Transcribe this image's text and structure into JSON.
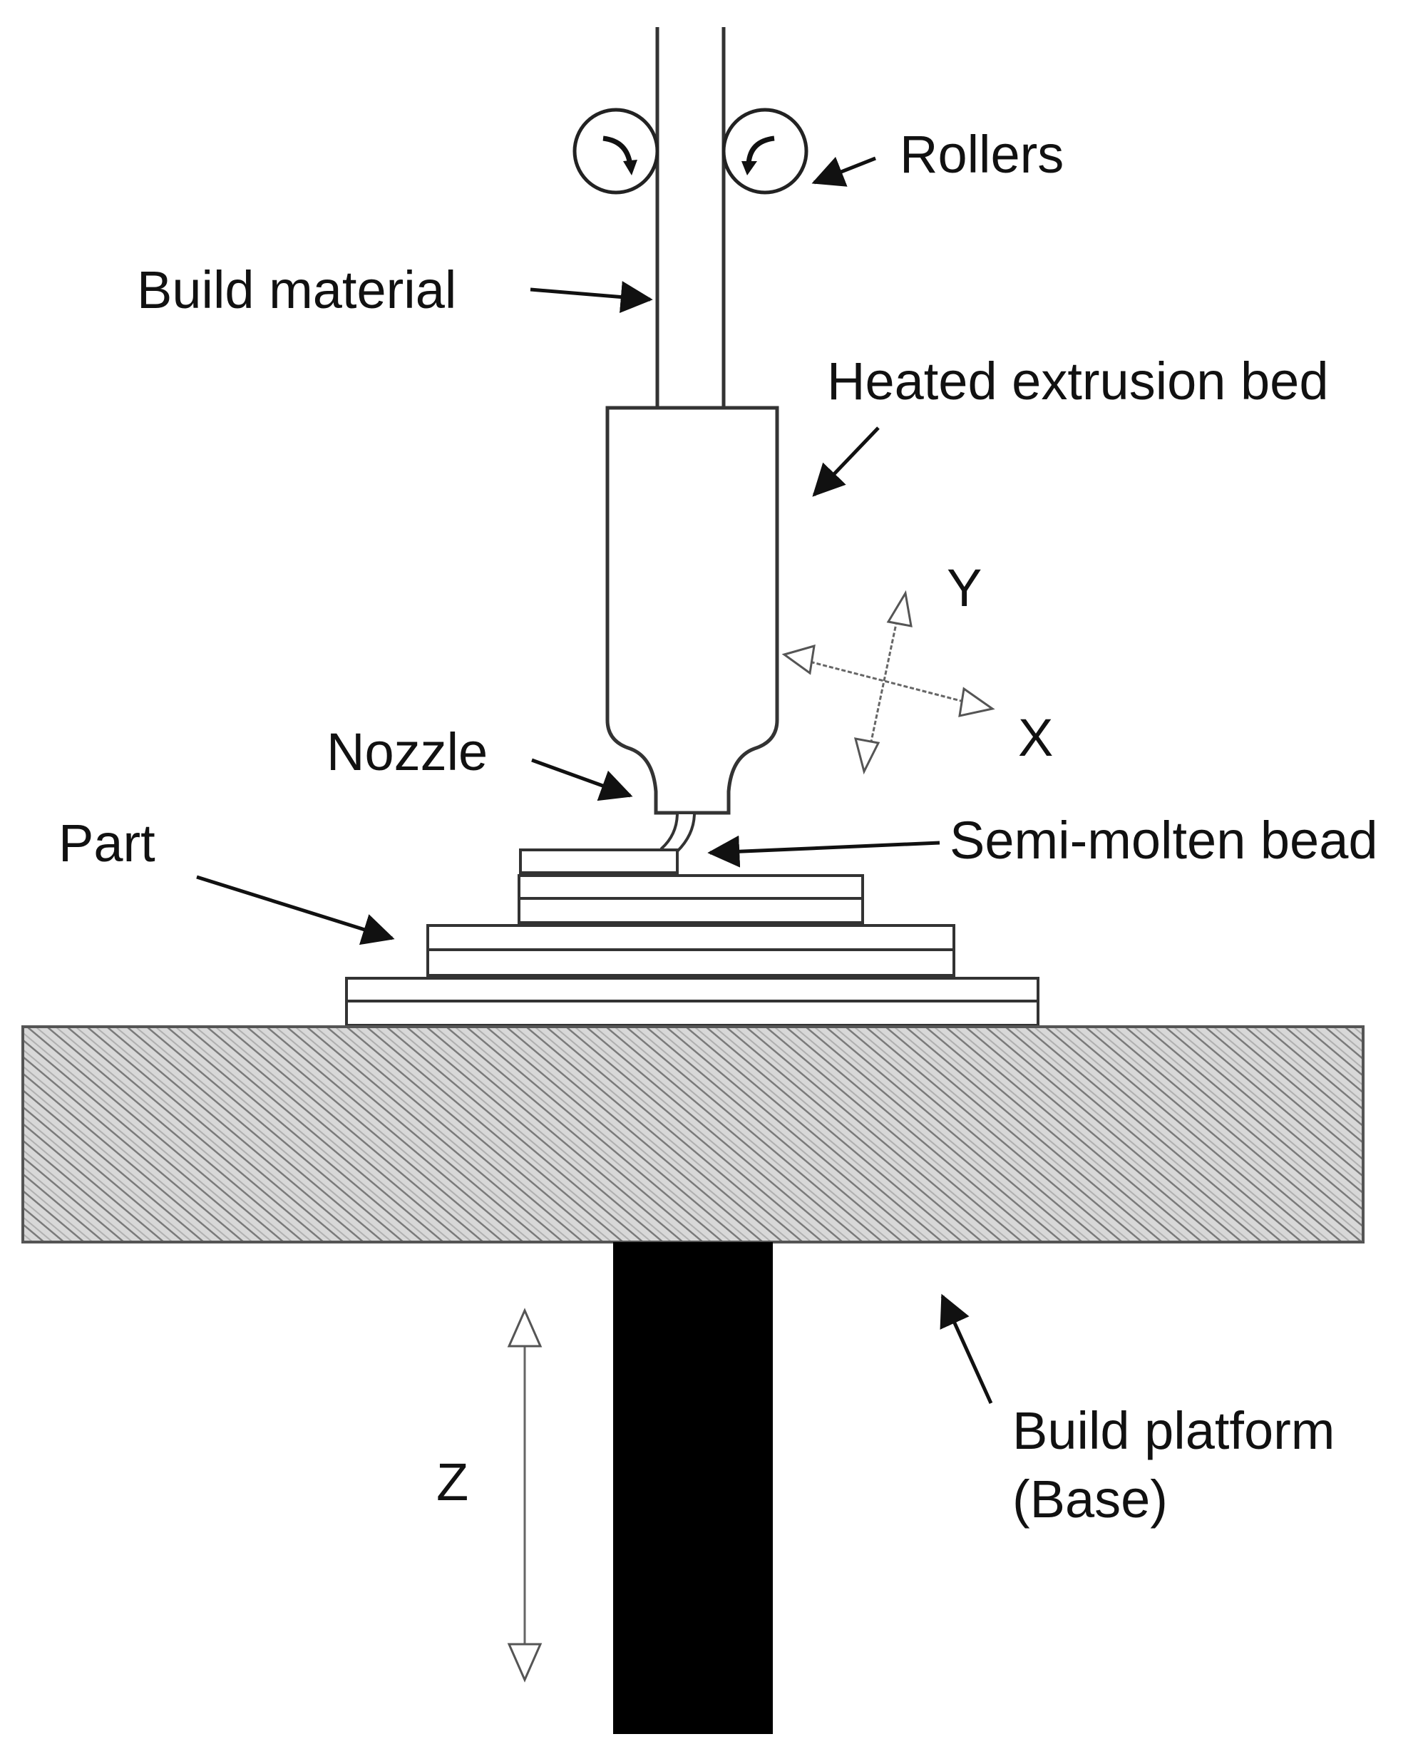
{
  "labels": {
    "rollers": "Rollers",
    "build_material": "Build material",
    "heated_extrusion_bed": "Heated extrusion bed",
    "y_axis": "Y",
    "x_axis": "X",
    "nozzle": "Nozzle",
    "part": "Part",
    "semi_molten_bead": "Semi-molten bead",
    "build_platform_line1": "Build platform",
    "build_platform_line2": "(Base)",
    "z_axis": "Z"
  },
  "colors": {
    "line": "#333333",
    "platform_hatch": "#8a8a8a",
    "platform_fill": "#d8d8d8",
    "shaft": "#000000"
  },
  "icons": {
    "roller_left": "clockwise-arrow-icon",
    "roller_right": "counterclockwise-arrow-icon"
  }
}
